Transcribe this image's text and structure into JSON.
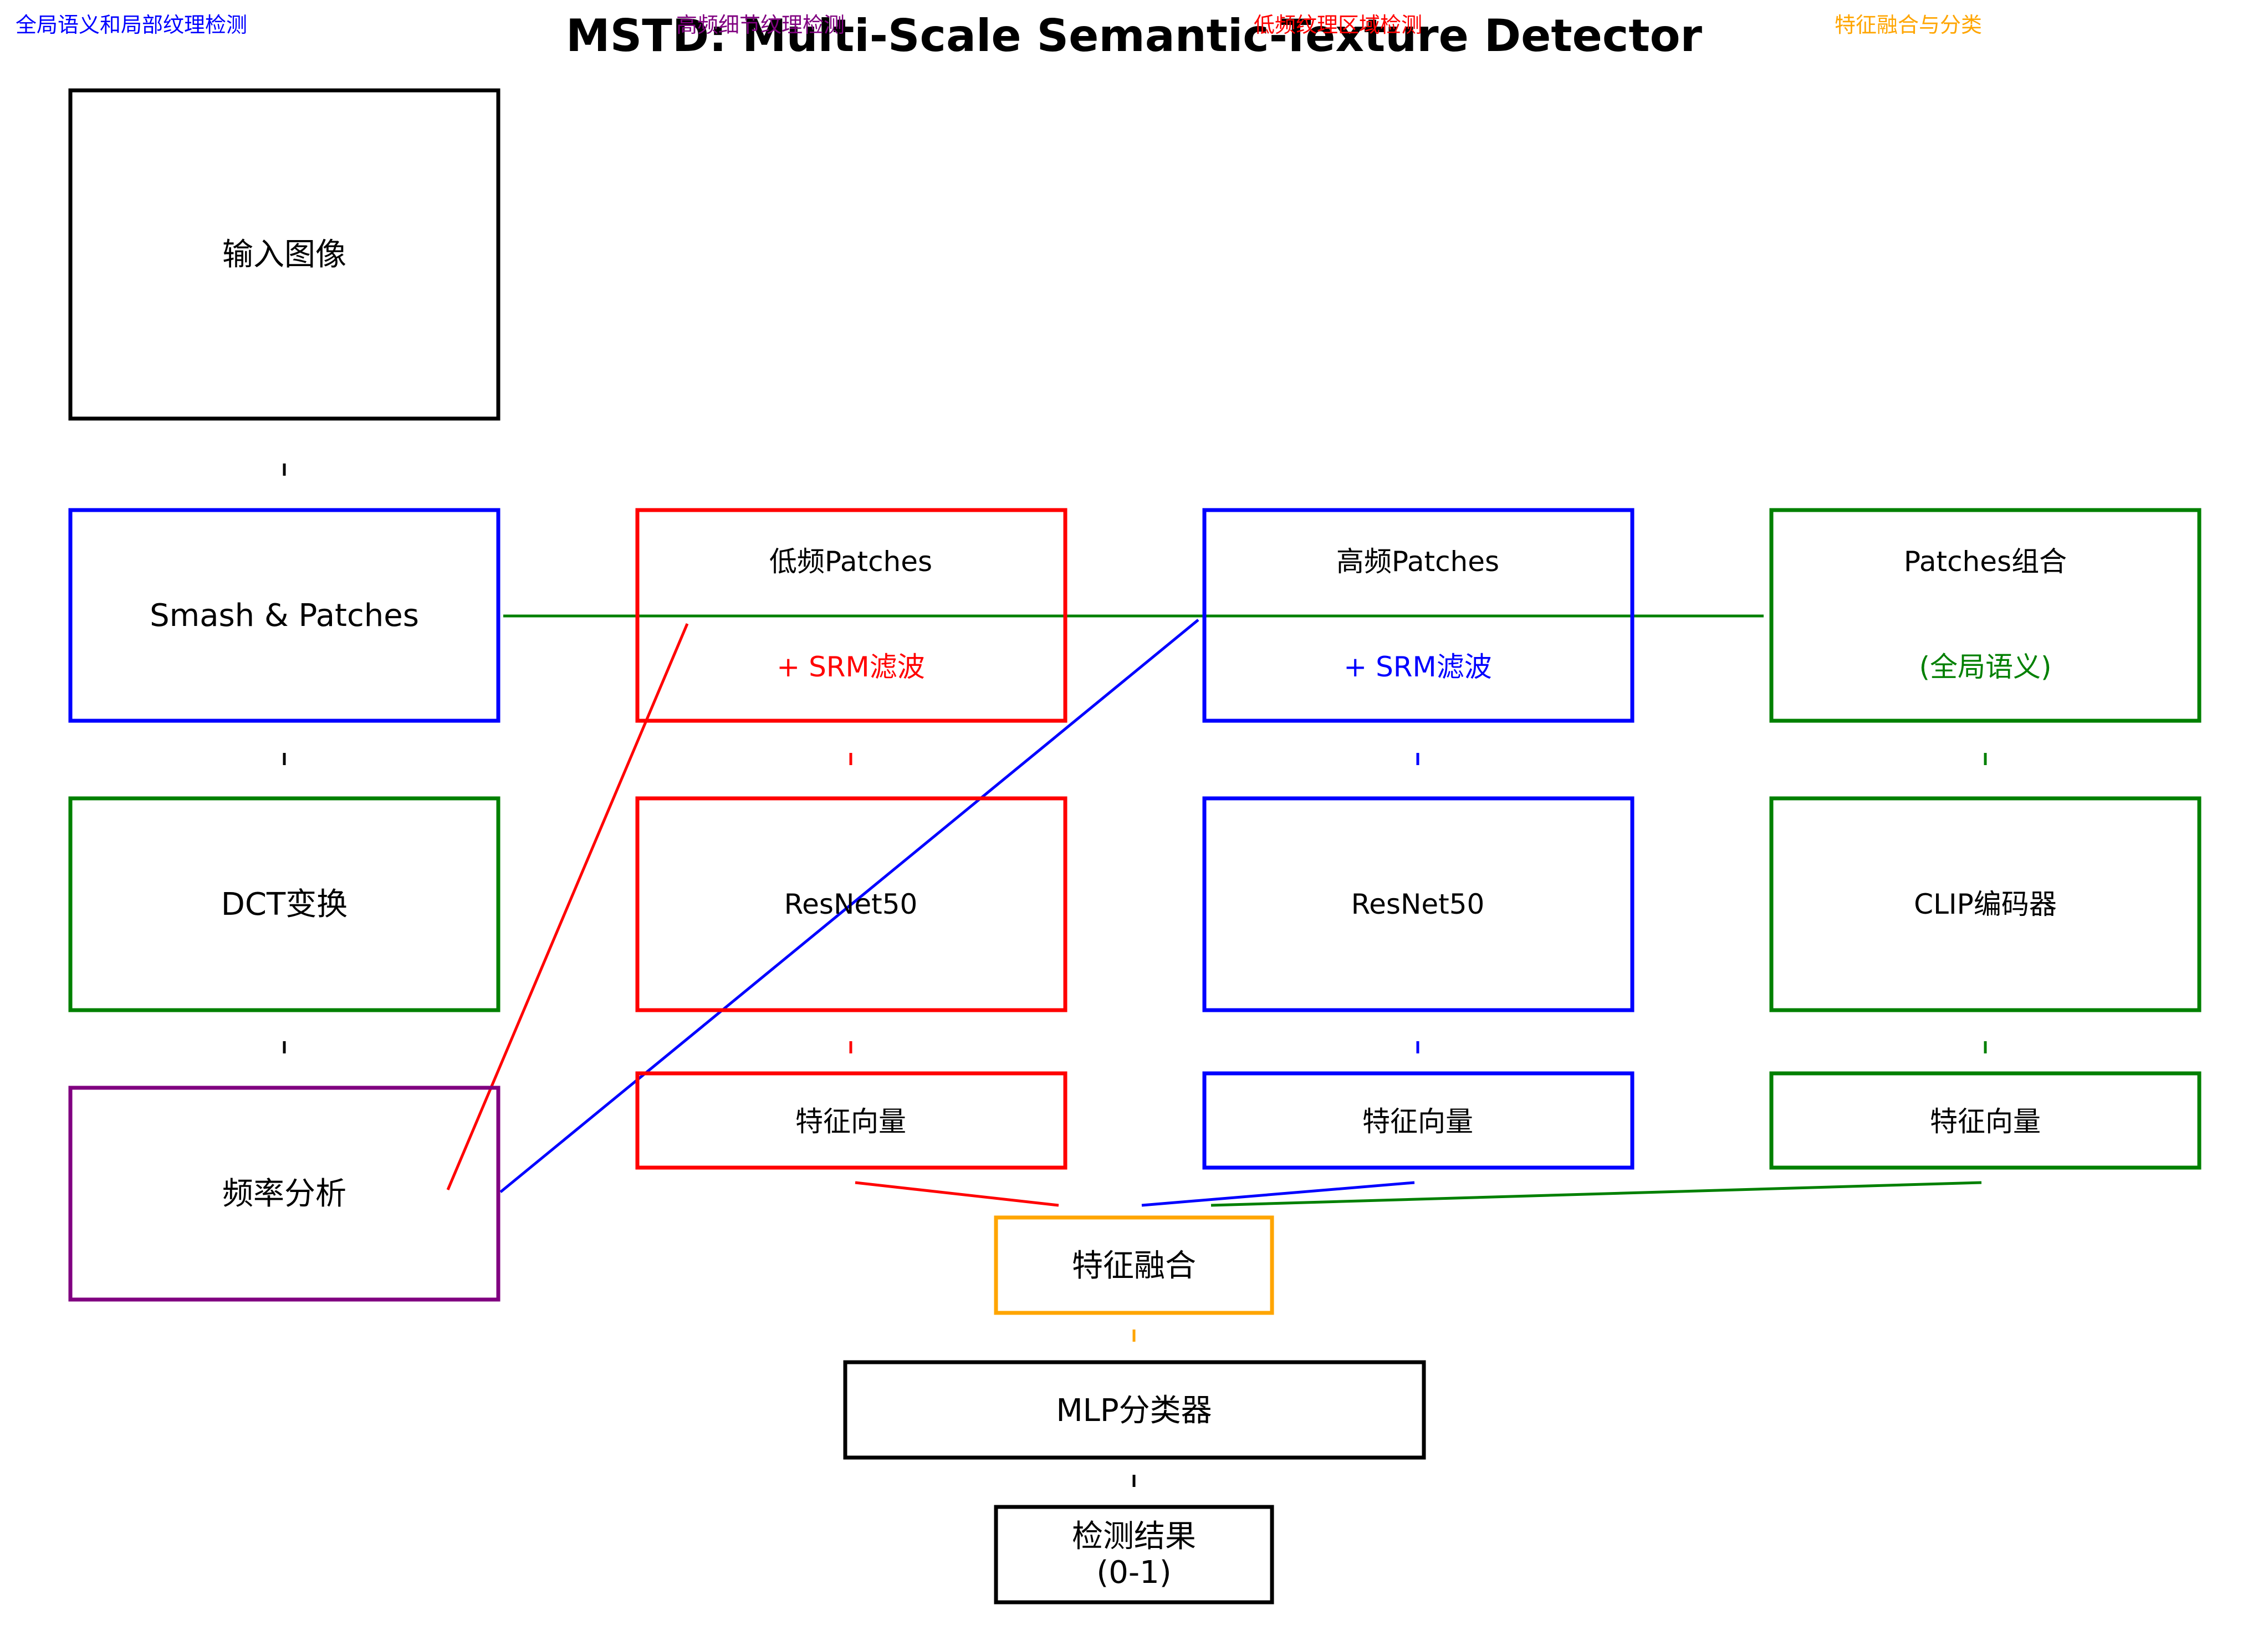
{
  "title": "MSTD: Multi-Scale Semantic-Texture Detector",
  "legend": [
    {
      "text": "全局语义和局部纹理检测",
      "color": "#0000ff"
    },
    {
      "text": "高频细节纹理检测",
      "color": "#800080"
    },
    {
      "text": "低频纹理区域检测",
      "color": "#ff0000"
    },
    {
      "text": "特征融合与分类",
      "color": "#ffa500"
    }
  ],
  "colors": {
    "black": "#000000",
    "red": "#ff0000",
    "blue": "#0000ff",
    "green": "#008000",
    "purple": "#800080",
    "orange": "#ffa500"
  },
  "nodes": {
    "input": "输入图像",
    "smash": "Smash & Patches",
    "dct": "DCT变换",
    "freq": "频率分析",
    "low_patches": "低频Patches",
    "low_srm": "+ SRM滤波",
    "high_patches": "高频Patches",
    "high_srm": "+ SRM滤波",
    "patches_combo": "Patches组合",
    "global_semantic": "(全局语义)",
    "resnet_red": "ResNet50",
    "resnet_blue": "ResNet50",
    "clip": "CLIP编码器",
    "feat_red": "特征向量",
    "feat_blue": "特征向量",
    "feat_green": "特征向量",
    "fusion": "特征融合",
    "mlp": "MLP分类器",
    "output_line1": "检测结果",
    "output_line2": "(0-1)"
  }
}
